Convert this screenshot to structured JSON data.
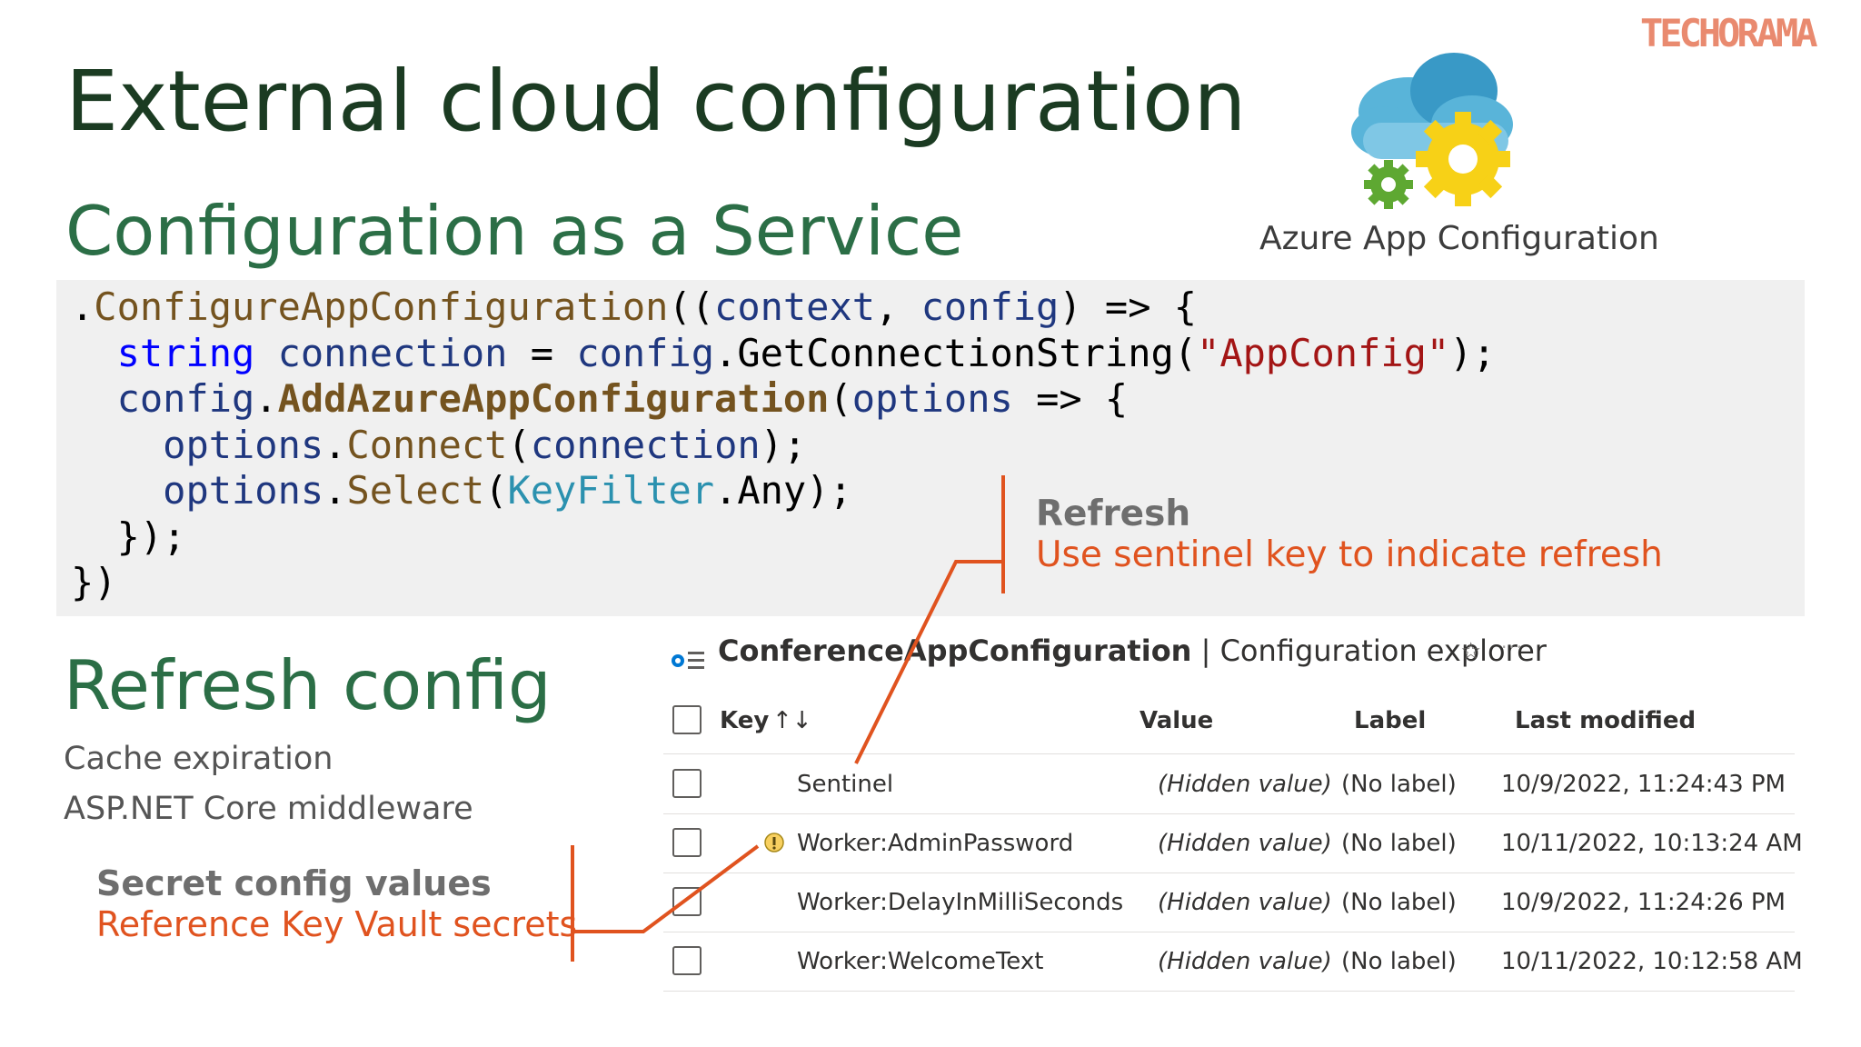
{
  "slide": {
    "title": "External cloud configuration",
    "subtitle": "Configuration as a Service",
    "brand": "TECHORAMA",
    "azure_label": "Azure App Configuration",
    "refresh_callout": {
      "heading": "Refresh",
      "text": "Use sentinel key to indicate refresh"
    },
    "section2_title": "Refresh config",
    "bullets": [
      "Cache expiration",
      "ASP.NET Core middleware"
    ],
    "secret_callout": {
      "heading": "Secret config values",
      "text": "Reference Key Vault secrets"
    },
    "callout_color": "#e0531f"
  },
  "code": {
    "line1": {
      "a": ".",
      "b": "ConfigureAppConfiguration",
      "c": "((",
      "d": "context",
      "e": ", ",
      "f": "config",
      "g": ") => {"
    },
    "line2": {
      "a": "  ",
      "b": "string",
      "c": " ",
      "d": "connection",
      "e": " = ",
      "f": "config",
      "g": ".GetConnectionString(",
      "h": "\"AppConfig\"",
      "i": ");"
    },
    "line3": {
      "a": "  ",
      "b": "config",
      "c": ".",
      "d": "AddAzureAppConfiguration",
      "e": "(",
      "f": "options",
      "g": " => {"
    },
    "line4": {
      "a": "    ",
      "b": "options",
      "c": ".",
      "d": "Connect",
      "e": "(",
      "f": "connection",
      "g": ");"
    },
    "line5": {
      "a": "    ",
      "b": "options",
      "c": ".",
      "d": "Select",
      "e": "(",
      "f": "KeyFilter",
      "g": ".Any);"
    },
    "line6": "  });",
    "line7": "})"
  },
  "explorer": {
    "resource": "ConferenceAppConfiguration",
    "separator": " | ",
    "page": "Configuration explorer",
    "star_icon": "star-icon",
    "more_icon": "ellipsis-icon",
    "columns": {
      "key": "Key",
      "sort_icon": "↑↓",
      "value": "Value",
      "label": "Label",
      "modified": "Last modified"
    },
    "rows": [
      {
        "key": "Sentinel",
        "value": "(Hidden value)",
        "label": "(No label)",
        "modified": "10/9/2022, 11:24:43 PM",
        "keyvault": false
      },
      {
        "key": "Worker:AdminPassword",
        "value": "(Hidden value)",
        "label": "(No label)",
        "modified": "10/11/2022, 10:13:24 AM",
        "keyvault": true
      },
      {
        "key": "Worker:DelayInMilliSeconds",
        "value": "(Hidden value)",
        "label": "(No label)",
        "modified": "10/9/2022, 11:24:26 PM",
        "keyvault": false
      },
      {
        "key": "Worker:WelcomeText",
        "value": "(Hidden value)",
        "label": "(No label)",
        "modified": "10/11/2022, 10:12:58 AM",
        "keyvault": false
      }
    ]
  }
}
